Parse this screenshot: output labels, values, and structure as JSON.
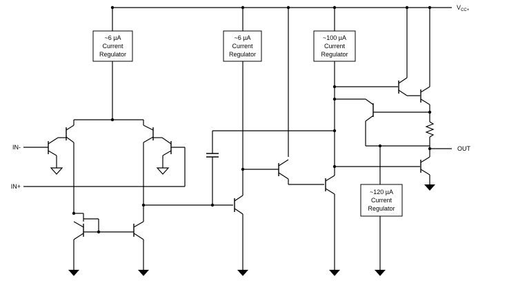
{
  "regulators": [
    {
      "lines": [
        "~6 µA",
        "Current",
        "Regulator"
      ]
    },
    {
      "lines": [
        "~6 µA",
        "Current",
        "Regulator"
      ]
    },
    {
      "lines": [
        "~100 µA",
        "Current",
        "Regulator"
      ]
    },
    {
      "lines": [
        "~120 µA",
        "Current",
        "Regulator"
      ]
    }
  ],
  "pins": {
    "vcc_main": "V",
    "vcc_sub": "CC+",
    "in_minus": "IN-",
    "in_plus": "IN+",
    "out": "OUT"
  }
}
